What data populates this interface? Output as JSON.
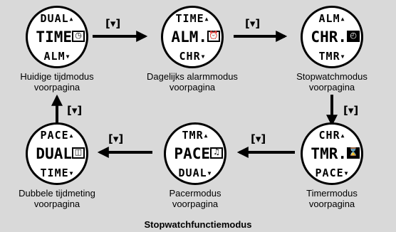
{
  "modes": [
    {
      "id": "time",
      "top": "DUAL",
      "middle": "TIME",
      "bottom": "ALM",
      "icon": "clock-icon",
      "caption_line1": "Huidige tijdmodus",
      "caption_line2": "voorpagina"
    },
    {
      "id": "alm",
      "top": "TIME",
      "middle": "ALM.",
      "bottom": "CHR",
      "icon": "alarm-clock-icon",
      "caption_line1": "Dagelijks alarmmodus",
      "caption_line2": "voorpagina"
    },
    {
      "id": "chr",
      "top": "ALM",
      "middle": "CHR.",
      "bottom": "TMR",
      "icon": "stopwatch-icon",
      "caption_line1": "Stopwatchmodus",
      "caption_line2": "voorpagina"
    },
    {
      "id": "tmr",
      "top": "CHR",
      "middle": "TMR.",
      "bottom": "PACE",
      "icon": "timer-icon",
      "caption_line1": "Timermodus",
      "caption_line2": "voorpagina"
    },
    {
      "id": "pace",
      "top": "TMR",
      "middle": "PACE",
      "bottom": "DUAL",
      "icon": "pacer-icon",
      "caption_line1": "Pacermodus",
      "caption_line2": "voorpagina"
    },
    {
      "id": "dual",
      "top": "PACE",
      "middle": "DUAL",
      "bottom": "TIME",
      "icon": "dual-time-icon",
      "caption_line1": "Dubbele tijdmeting",
      "caption_line2": "voorpagina"
    }
  ],
  "button_label": "[▾]",
  "footer": "Stopwatchfunctiemodus",
  "colors": {
    "background": "#d9d9d9",
    "watch_face": "#ffffff",
    "ink": "#000000"
  }
}
